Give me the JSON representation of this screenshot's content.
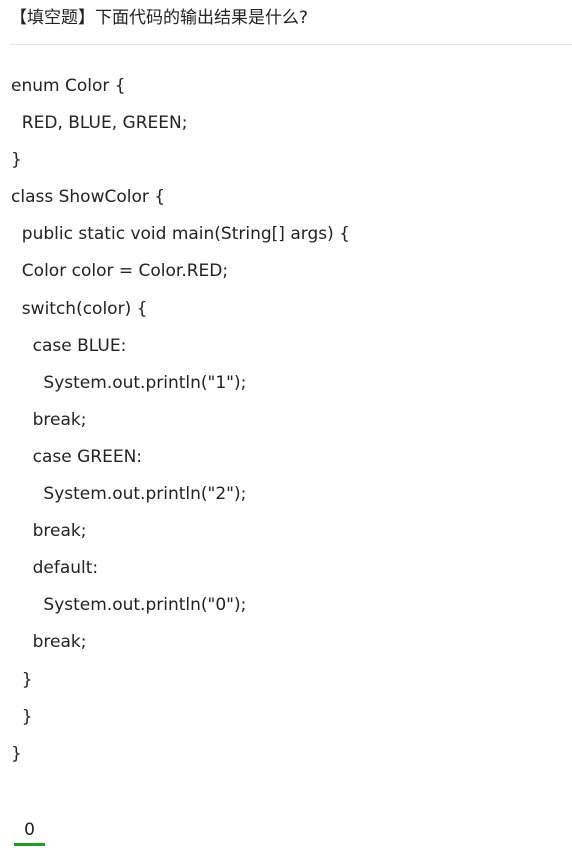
{
  "question": {
    "title": "【填空题】下面代码的输出结果是什么?"
  },
  "code": {
    "lines": [
      "enum Color {",
      "  RED, BLUE, GREEN;",
      "}",
      "class ShowColor {",
      "  public static void main(String[] args) {",
      "  Color color = Color.RED;",
      "  switch(color) {",
      "    case BLUE:",
      "      System.out.println(\"1\");",
      "    break;",
      "    case GREEN:",
      "      System.out.println(\"2\");",
      "    break;",
      "    default:",
      "      System.out.println(\"0\");",
      "    break;",
      "  }",
      "  }",
      "}"
    ]
  },
  "answer": {
    "value": "0",
    "underline_color": "#1f9d1f"
  }
}
